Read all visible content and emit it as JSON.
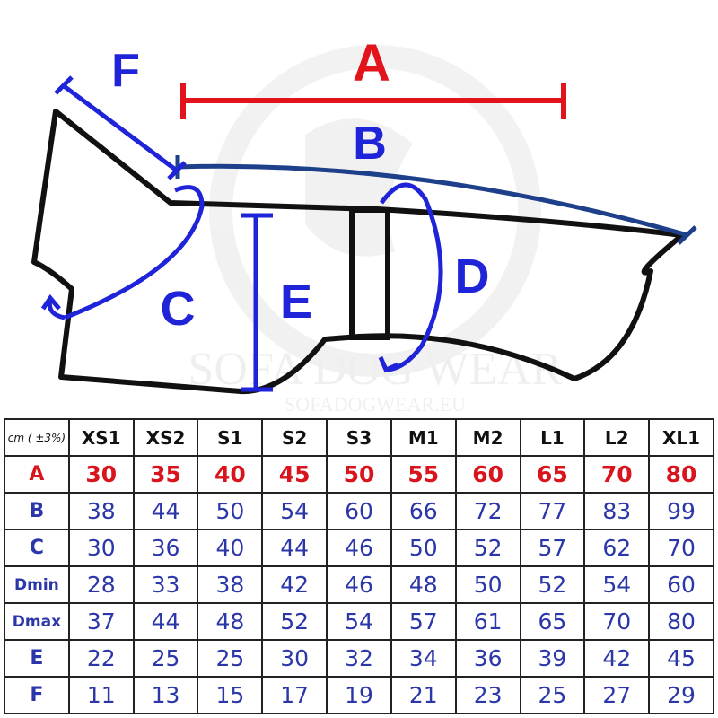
{
  "diagram": {
    "labels": {
      "A": "A",
      "B": "B",
      "C": "C",
      "D": "D",
      "E": "E",
      "F": "F"
    },
    "watermark": {
      "line1": "SOFA DOG WEAR",
      "line2": "SOFADOGWEAR.EU"
    },
    "colors": {
      "red": "#e2131b",
      "blue": "#1f24d8",
      "navy": "#1e3f8a",
      "outline": "#111111"
    }
  },
  "table": {
    "unit": "cm ( ±3%)",
    "columns": [
      "XS1",
      "XS2",
      "S1",
      "S2",
      "S3",
      "M1",
      "M2",
      "L1",
      "L2",
      "XL1"
    ],
    "rows": [
      {
        "label": "A",
        "values": [
          "30",
          "35",
          "40",
          "45",
          "50",
          "55",
          "60",
          "65",
          "70",
          "80"
        ]
      },
      {
        "label": "B",
        "values": [
          "38",
          "44",
          "50",
          "54",
          "60",
          "66",
          "72",
          "77",
          "83",
          "99"
        ]
      },
      {
        "label": "C",
        "values": [
          "30",
          "36",
          "40",
          "44",
          "46",
          "50",
          "52",
          "57",
          "62",
          "70"
        ]
      },
      {
        "label": "Dmin",
        "values": [
          "28",
          "33",
          "38",
          "42",
          "46",
          "48",
          "50",
          "52",
          "54",
          "60"
        ]
      },
      {
        "label": "Dmax",
        "values": [
          "37",
          "44",
          "48",
          "52",
          "54",
          "57",
          "61",
          "65",
          "70",
          "80"
        ]
      },
      {
        "label": "E",
        "values": [
          "22",
          "25",
          "25",
          "30",
          "32",
          "34",
          "36",
          "39",
          "42",
          "45"
        ]
      },
      {
        "label": "F",
        "values": [
          "11",
          "13",
          "15",
          "17",
          "19",
          "21",
          "23",
          "25",
          "27",
          "29"
        ]
      }
    ]
  }
}
